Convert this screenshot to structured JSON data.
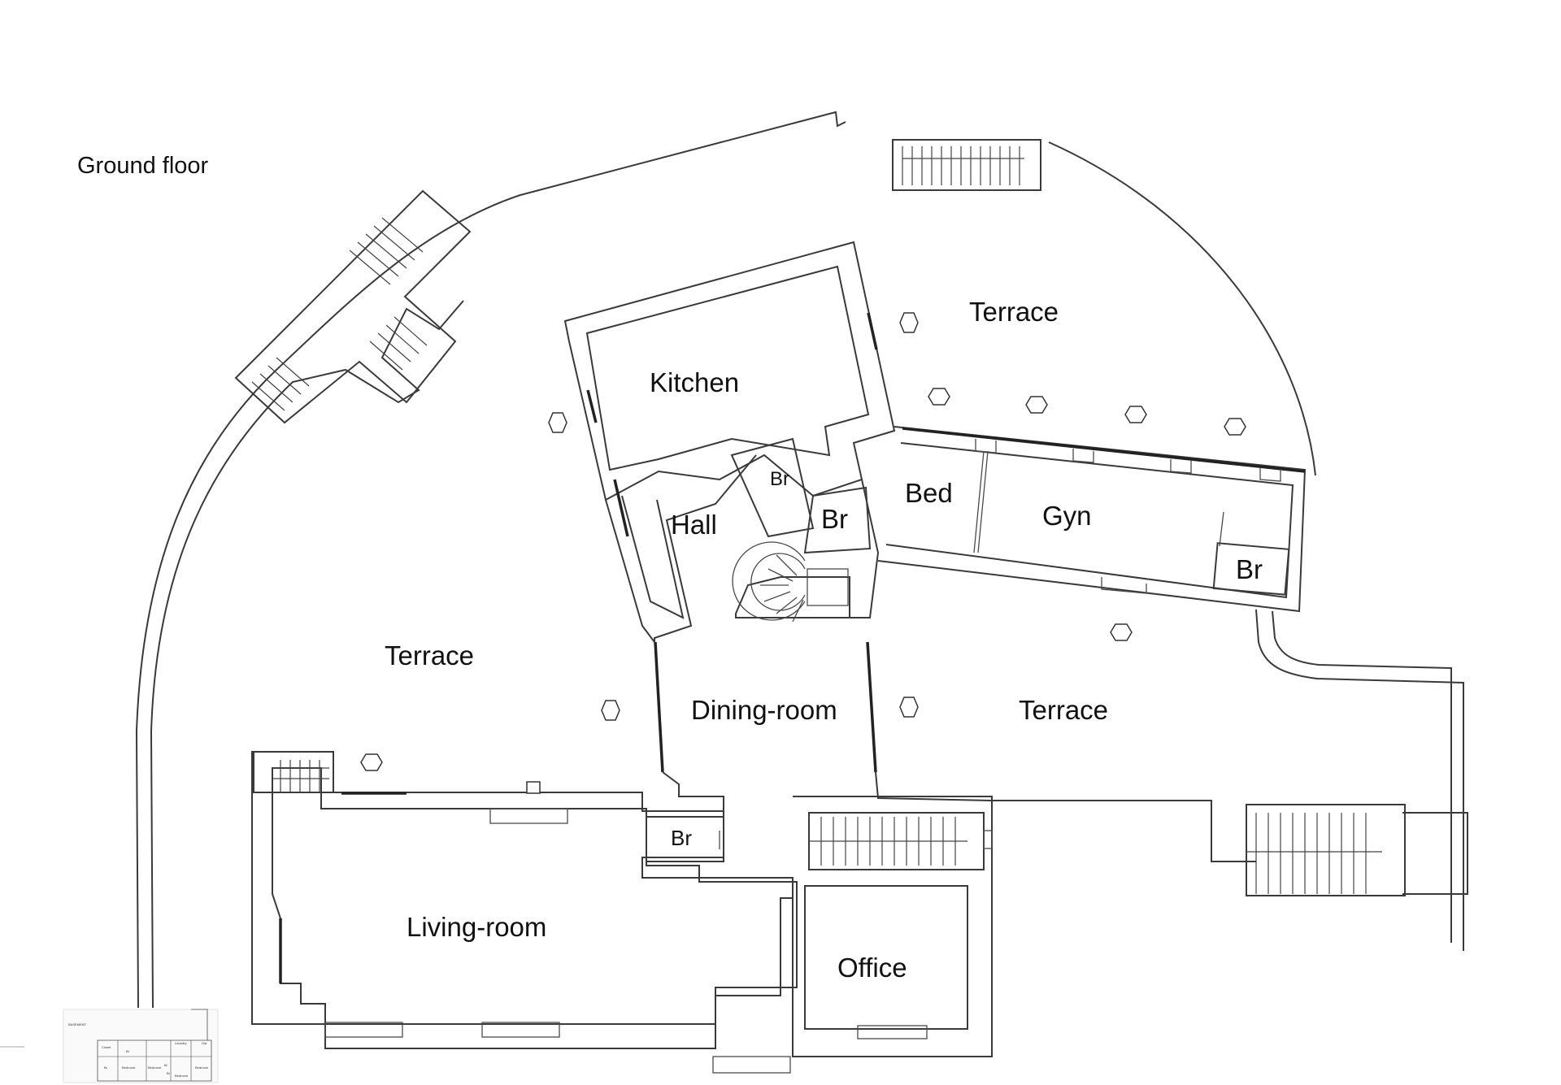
{
  "plan": {
    "floor_title": "Ground floor",
    "rooms": {
      "kitchen": "Kitchen",
      "hall": "Hall",
      "bed": "Bed",
      "gym": "Gyn",
      "dining": "Dining-room",
      "living": "Living-room",
      "office": "Office",
      "terrace_top": "Terrace",
      "terrace_left": "Terrace",
      "terrace_right": "Terrace",
      "br_top_small": "Br",
      "br_center": "Br",
      "br_east": "Br",
      "br_living": "Br"
    },
    "thumbnail": {
      "title": "BASEMENT",
      "labels": [
        "Closet",
        "Br",
        "Laundry",
        "Gar",
        "Bedroom",
        "Bedroom",
        "Br",
        "Bedroom",
        "Bedroom",
        "Br",
        "Br"
      ]
    }
  }
}
